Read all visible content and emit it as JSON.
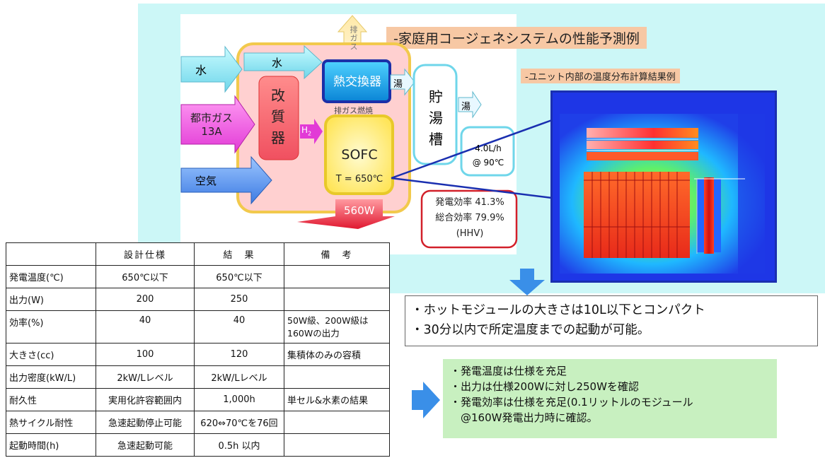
{
  "title": "-家庭用コージェネシステムの性能予測例",
  "subtitle": "-ユニット内部の温度分布計算結果例",
  "diagram": {
    "water_in": "水",
    "water_in2": "水",
    "city_gas_line1": "都市ガス",
    "city_gas_line2": "13A",
    "air": "空気",
    "reformer": [
      "改",
      "質",
      "器"
    ],
    "h2": "H",
    "h2_sub": "2",
    "exhaust": "排ガス",
    "heat_exchanger": "熱交換器",
    "exhaust_combustion": "排ガス燃焼",
    "sofc": "SOFC",
    "sofc_temp": "T = 650℃",
    "hot_water1": "湯",
    "hot_water2": "湯",
    "tank": [
      "貯",
      "湯",
      "槽"
    ],
    "flow_rate": "4.0L/h",
    "flow_temp": "@ 90℃",
    "power_out": "560W",
    "efficiency_line1": "発電効率 41.3%",
    "efficiency_line2": "総合効率 79.9%",
    "efficiency_line3": "(HHV)"
  },
  "table": {
    "headers": [
      "",
      "設計仕様",
      "結　果",
      "備　考"
    ],
    "rows": [
      [
        "発電温度(℃)",
        "650℃以下",
        "650℃以下",
        ""
      ],
      [
        "出力(W)",
        "200",
        "250",
        ""
      ],
      [
        "効率(%)",
        "40",
        "40",
        "50W級、200W級は160Wの出力"
      ],
      [
        "大きさ(cc)",
        "100",
        "120",
        "集積体のみの容積"
      ],
      [
        "出力密度(kW/L)",
        "2kW/Lレベル",
        "2kW/Lレベル",
        ""
      ],
      [
        "耐久性",
        "実用化許容範囲内",
        "1,000h",
        "単セル&水素の結果"
      ],
      [
        "熱サイクル耐性",
        "急速起動停止可能",
        "620⇔70℃を76回",
        ""
      ],
      [
        "起動時間(h)",
        "急速起動可能",
        "0.5h 以内",
        ""
      ]
    ]
  },
  "callout1": [
    "・ホットモジュールの大きさは10L以下とコンパクト",
    "・30分以内で所定温度までの起動が可能。"
  ],
  "callout2": [
    "・発電温度は仕様を充足",
    "・出力は仕様200Wに対し250Wを確認",
    "・発電効率は仕様を充足(0.1リットルのモジュール",
    "　@160W発電出力時に確認。"
  ]
}
